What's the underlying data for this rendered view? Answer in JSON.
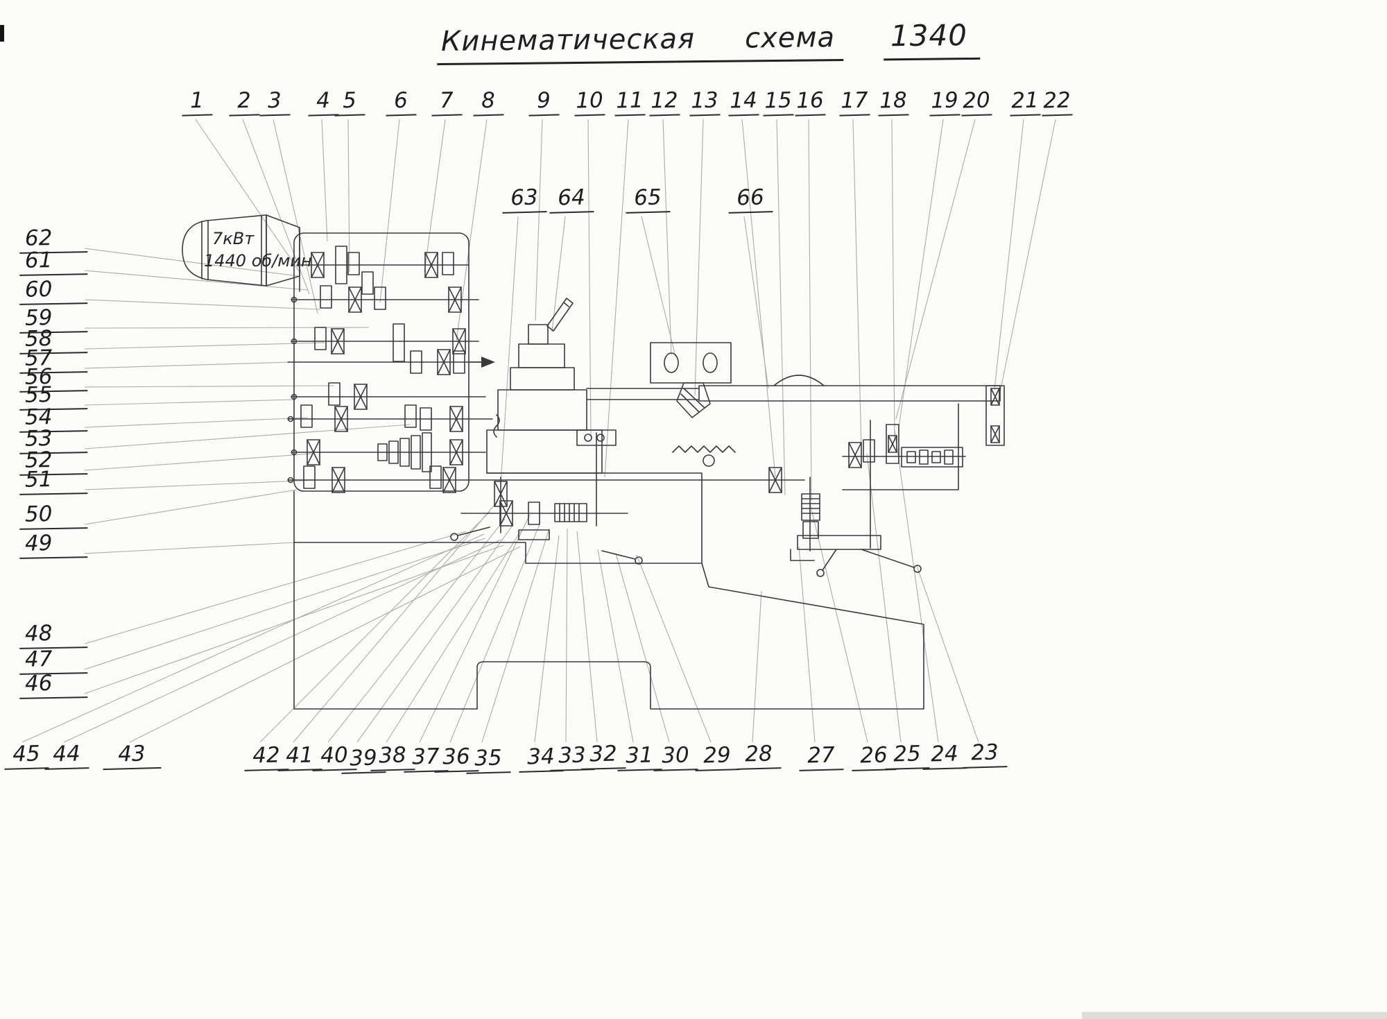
{
  "title": {
    "text": "Кинематическая схема 1340",
    "words": [
      "Кинематическая",
      "схема",
      "1340"
    ]
  },
  "motor": {
    "power": "7кВт",
    "speed": "1440 об/мин"
  },
  "callouts": {
    "top_row": [
      "1",
      "2",
      "3",
      "4",
      "5",
      "6",
      "7",
      "8",
      "9",
      "10",
      "11",
      "12",
      "13",
      "14",
      "15",
      "16",
      "17",
      "18",
      "19",
      "20",
      "21",
      "22"
    ],
    "mid_row": [
      "63",
      "64",
      "65",
      "66"
    ],
    "left_col": [
      "62",
      "61",
      "60",
      "59",
      "58",
      "57",
      "56",
      "55",
      "54",
      "53",
      "52",
      "51",
      "50",
      "49"
    ],
    "left_lower": [
      "48",
      "47",
      "46"
    ],
    "bottom_left": [
      "45",
      "44",
      "43"
    ],
    "bottom_row": [
      "42",
      "41",
      "40",
      "39",
      "38",
      "37",
      "36",
      "35",
      "34",
      "33",
      "32",
      "31",
      "30",
      "29",
      "28",
      "27",
      "26",
      "25",
      "24",
      "23"
    ]
  },
  "colors": {
    "ink": "#3a3a3a",
    "leader": "#9d9d9d",
    "paper": "#fcfcfa"
  }
}
